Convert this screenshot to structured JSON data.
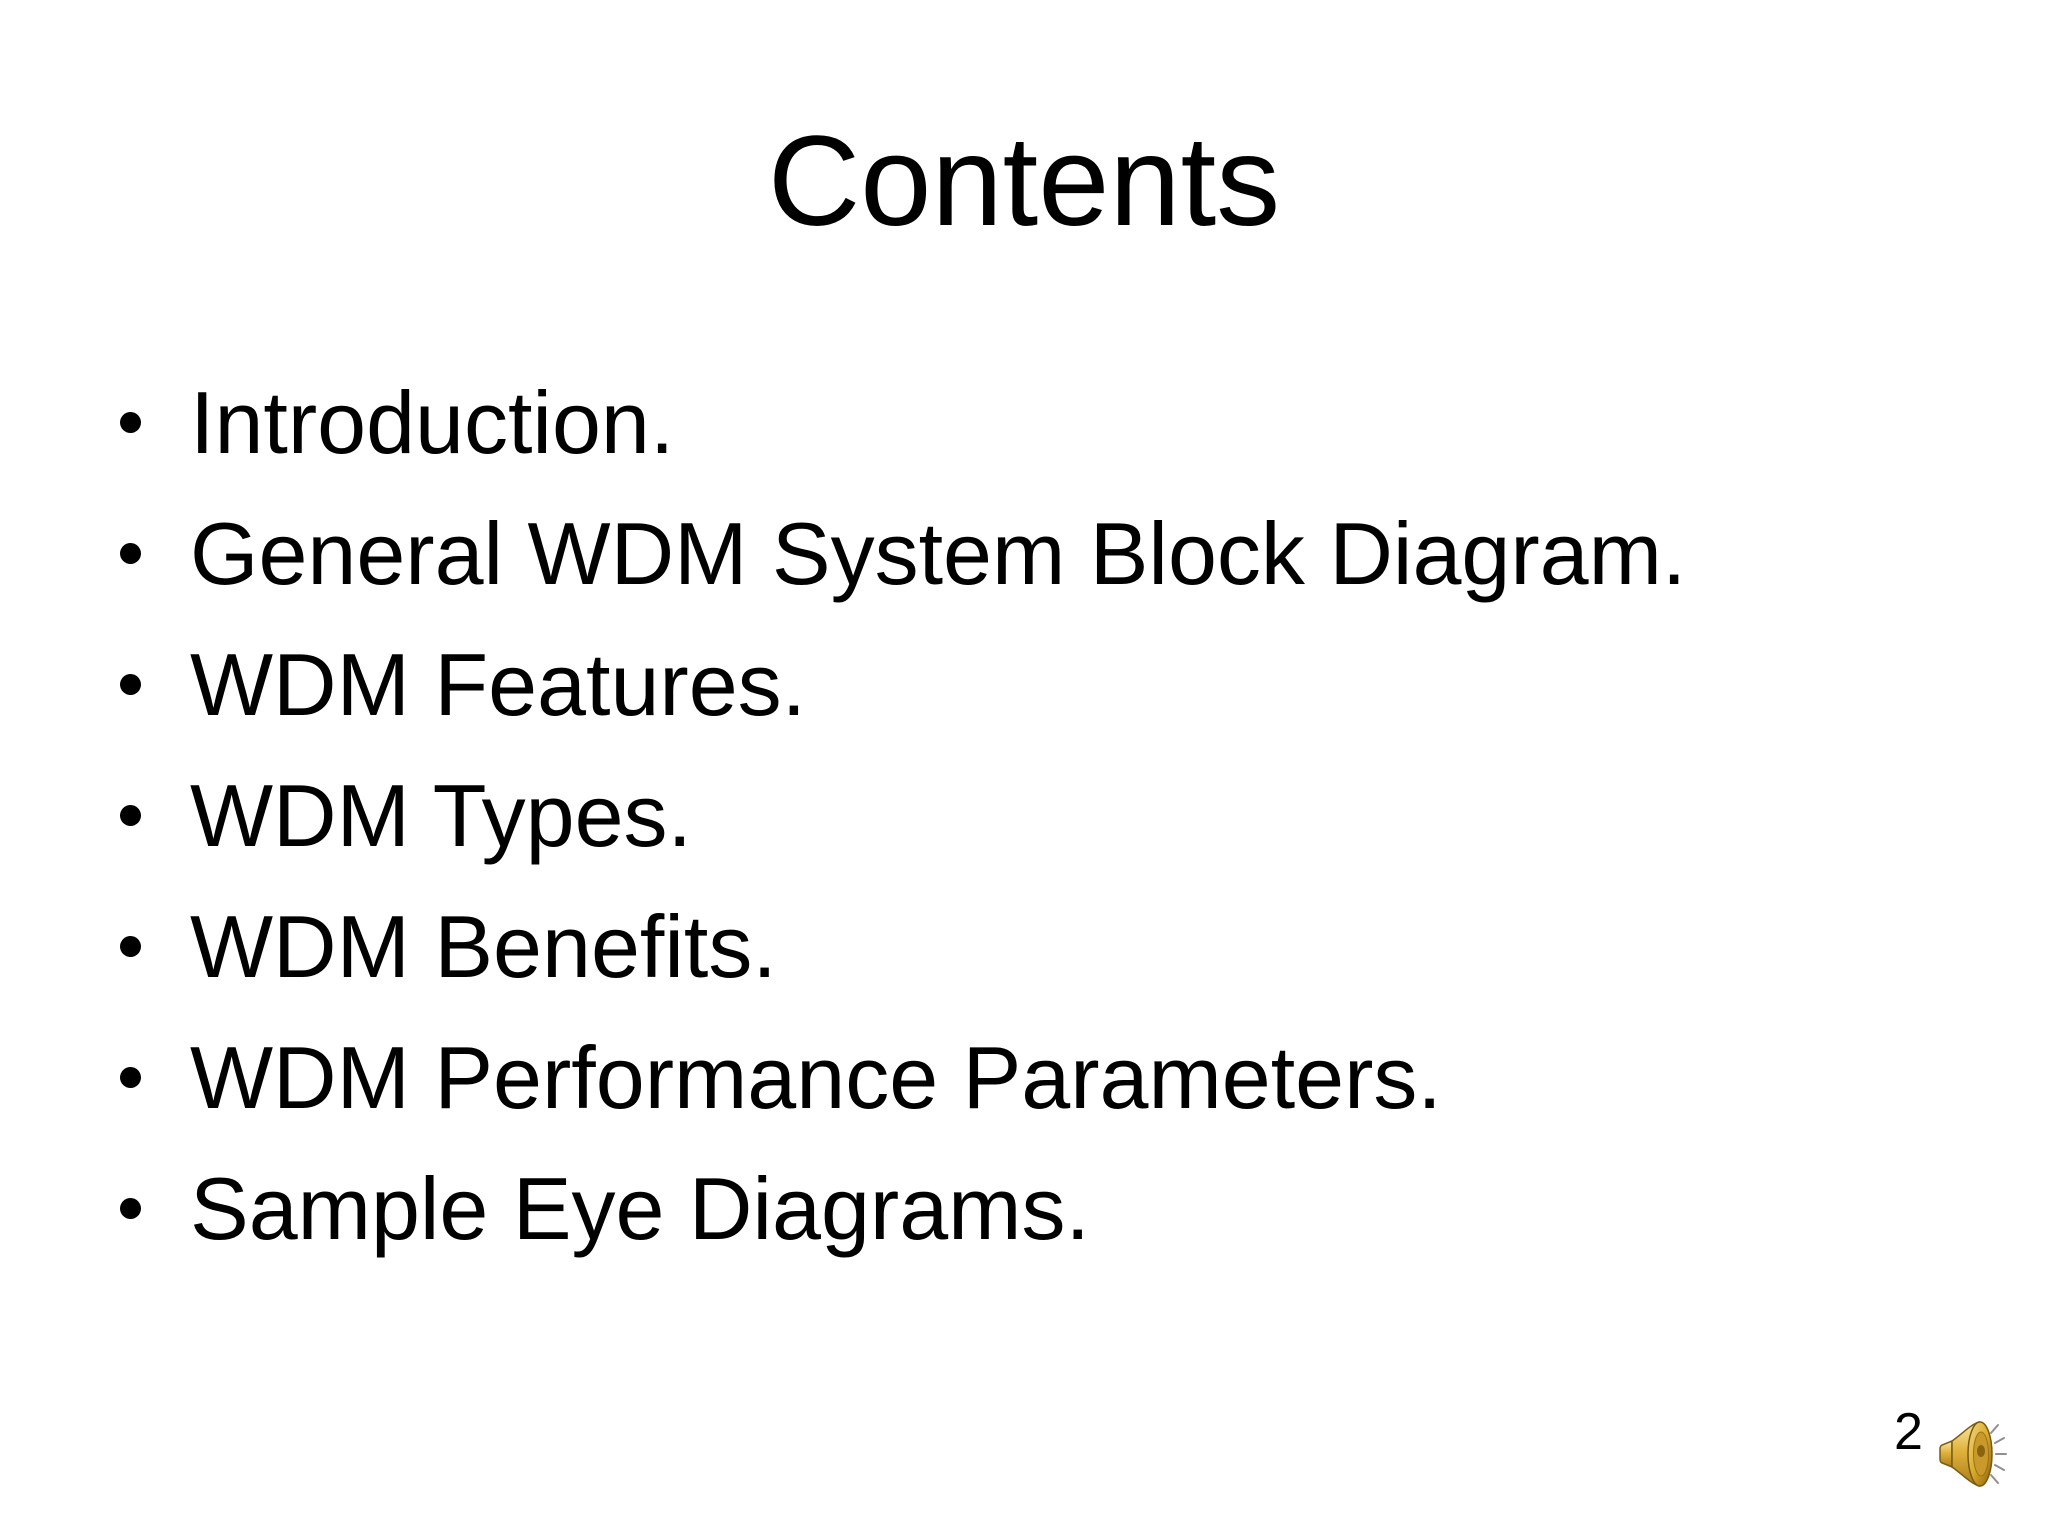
{
  "slide": {
    "title": "Contents",
    "bullets": [
      "Introduction.",
      "General WDM System Block Diagram.",
      "WDM Features.",
      "WDM Types.",
      "WDM Benefits.",
      "WDM Performance Parameters.",
      "Sample Eye Diagrams."
    ],
    "footer": {
      "page_number": "2",
      "speaker_icon": "speaker-icon"
    },
    "colors": {
      "background": "#ffffff",
      "text": "#000000",
      "bullet": "#000000",
      "speaker_gold_light": "#f8e9a8",
      "speaker_gold": "#e0b23c",
      "speaker_gold_dark": "#8a6310",
      "speaker_rays": "#8f8f8f"
    }
  }
}
